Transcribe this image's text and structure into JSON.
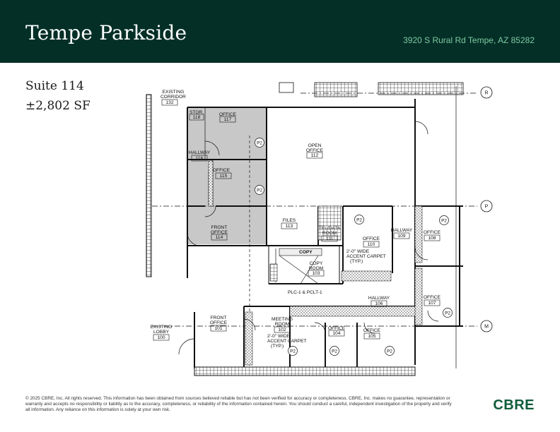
{
  "header": {
    "title": "Tempe Parkside",
    "address": "3920 S Rural Rd Tempe, AZ 85282"
  },
  "suite": {
    "name": "Suite 114",
    "size": "±2,802 SF"
  },
  "plan": {
    "rooms": [
      {
        "name": "EXISTING CORRIDOR",
        "line1": "EXISTING",
        "line2": "CORRIDOR",
        "number": "132"
      },
      {
        "name": "STOR.",
        "number": "118"
      },
      {
        "name": "OFFICE",
        "number": "117"
      },
      {
        "name": "HALLWAY",
        "number": "116"
      },
      {
        "name": "OFFICE",
        "number": "115"
      },
      {
        "name": "FRONT OFFICE",
        "line1": "FRONT",
        "line2": "OFFICE",
        "number": "114"
      },
      {
        "name": "OPEN OFFICE",
        "line1": "OPEN",
        "line2": "OFFICE",
        "number": "112"
      },
      {
        "name": "FILES",
        "number": "113"
      },
      {
        "name": "TEL/DATA ROOM",
        "line1": "TEL/DATA",
        "line2": "ROOM",
        "number": "111"
      },
      {
        "name": "OFFICE",
        "number": "110"
      },
      {
        "name": "HALLWAY",
        "number": "109"
      },
      {
        "name": "OFFICE",
        "number": "108"
      },
      {
        "name": "COPY ROOM",
        "line1": "COPY",
        "line2": "ROOM",
        "number": "103"
      },
      {
        "name": "OFFICE",
        "number": "107"
      },
      {
        "name": "HALLWAY",
        "number": "106"
      },
      {
        "name": "EXISTING LOBBY",
        "line1": "EXISTING",
        "line2": "LOBBY",
        "number": "100"
      },
      {
        "name": "FRONT OFFICE",
        "line1": "FRONT",
        "line2": "OFFICE",
        "number": "101"
      },
      {
        "name": "MEETING ROOM",
        "line1": "MEETING",
        "line2": "ROOM",
        "number": "102"
      },
      {
        "name": "OFFICE",
        "number": "104"
      },
      {
        "name": "OFFICE",
        "number": "105"
      }
    ],
    "notes": {
      "carpet_1": "2'-0\" WIDE",
      "carpet_2": "ACCENT CARPET",
      "carpet_3": "(TYP.)",
      "plc": "PLC-1 & PCLT-1",
      "copy_label": "COPY",
      "p2": "P2"
    },
    "grid_markers": [
      "R",
      "P",
      "M"
    ]
  },
  "footer": {
    "disclaimer": "© 2025 CBRE, Inc. All rights reserved. This information has been obtained from sources believed reliable but has not been verified for accuracy or completeness. CBRE, Inc. makes no guarantee, representation or warranty and accepts no responsibility or liability as to the accuracy, completeness, or reliability of the information contained herein. You should conduct a careful, independent investigation of the property and verify all information. Any reliance on this information is solely at your own risk.",
    "logo": "CBRE"
  },
  "colors": {
    "header_bg": "#032f27",
    "address": "#7fc9a0",
    "suite_highlight": "#c8c8c8",
    "logo": "#0e5c3a"
  }
}
